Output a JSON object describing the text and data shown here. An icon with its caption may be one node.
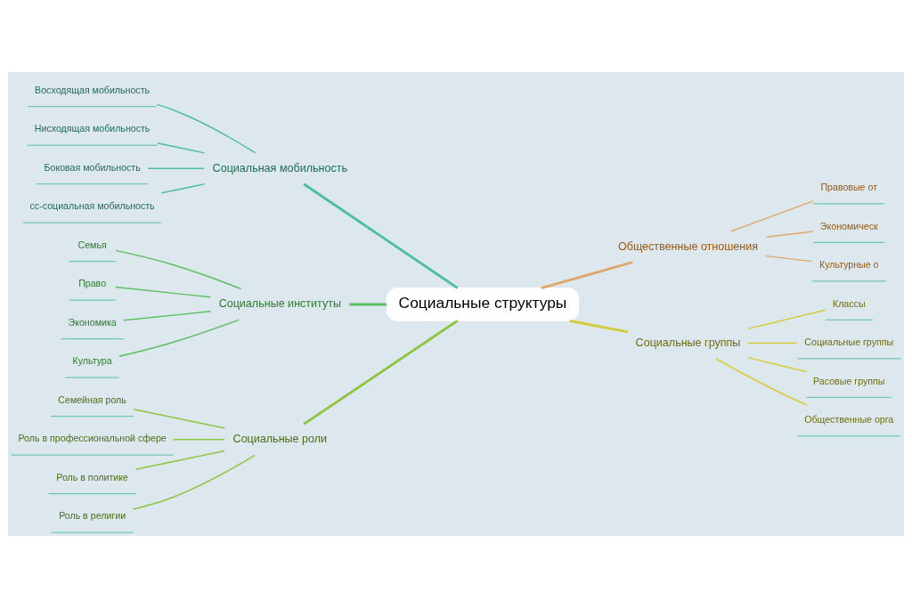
{
  "diagram": {
    "nodes": [
      {
        "text": [
          "Социальные структуры"
        ]
      },
      {
        "text": [
          "Социальная мобильность"
        ]
      },
      {
        "text": [
          "Восходящая мобильность"
        ]
      },
      {
        "text": [
          "Нисходящая мобильность"
        ]
      },
      {
        "text": [
          "Боковая мобильность"
        ]
      },
      {
        "text": [
          "сс-социальная мобильность"
        ]
      },
      {
        "text": [
          "Социальные институты"
        ]
      },
      {
        "text": [
          "Семья"
        ]
      },
      {
        "text": [
          "Право"
        ]
      },
      {
        "text": [
          "Экономика"
        ]
      },
      {
        "text": [
          "Культура"
        ]
      },
      {
        "text": [
          "Социальные роли"
        ]
      },
      {
        "text": [
          "Семейная роль"
        ]
      },
      {
        "text": [
          "Роль в профессиональной сфере"
        ]
      },
      {
        "text": [
          "Роль в политике"
        ]
      },
      {
        "text": [
          "Роль в религии"
        ]
      },
      {
        "text": [
          "Общественные отношения"
        ]
      },
      {
        "text": [
          "Правовые от"
        ]
      },
      {
        "text": [
          "Экономическ"
        ]
      },
      {
        "text": [
          "Культурные о"
        ]
      },
      {
        "text": [
          "Социальные группы"
        ]
      },
      {
        "text": [
          "Классы"
        ]
      },
      {
        "text": [
          "Социальные группы"
        ]
      },
      {
        "text": [
          "Расовые группы"
        ]
      },
      {
        "text": [
          "Общественные орга"
        ]
      }
    ],
    "edges": [
      {
        "from": 0,
        "to": 1,
        "arrow": "none",
        "color": "#4dbf9f"
      },
      {
        "from": 1,
        "to": 2,
        "arrow": "none",
        "color": "#4dbf9f"
      },
      {
        "from": 1,
        "to": 3,
        "arrow": "none",
        "color": "#4dbf9f"
      },
      {
        "from": 1,
        "to": 4,
        "arrow": "none",
        "color": "#4dbf9f"
      },
      {
        "from": 1,
        "to": 5,
        "arrow": "none",
        "color": "#4dbf9f"
      },
      {
        "from": 0,
        "to": 6,
        "arrow": "none",
        "color": "#5cbf5f"
      },
      {
        "from": 6,
        "to": 7,
        "arrow": "none",
        "color": "#5cbf5f"
      },
      {
        "from": 6,
        "to": 8,
        "arrow": "none",
        "color": "#5cbf5f"
      },
      {
        "from": 6,
        "to": 9,
        "arrow": "none",
        "color": "#5cbf5f"
      },
      {
        "from": 6,
        "to": 10,
        "arrow": "none",
        "color": "#5cbf5f"
      },
      {
        "from": 0,
        "to": 11,
        "arrow": "none",
        "color": "#8cc63f"
      },
      {
        "from": 11,
        "to": 12,
        "arrow": "none",
        "color": "#8cc63f"
      },
      {
        "from": 11,
        "to": 13,
        "arrow": "none",
        "color": "#8cc63f"
      },
      {
        "from": 11,
        "to": 14,
        "arrow": "none",
        "color": "#8cc63f"
      },
      {
        "from": 11,
        "to": 15,
        "arrow": "none",
        "color": "#8cc63f"
      },
      {
        "from": 0,
        "to": 16,
        "arrow": "none",
        "color": "#e0a76a"
      },
      {
        "from": 16,
        "to": 17,
        "arrow": "none",
        "color": "#e0a76a"
      },
      {
        "from": 16,
        "to": 18,
        "arrow": "none",
        "color": "#e0a76a"
      },
      {
        "from": 16,
        "to": 19,
        "arrow": "none",
        "color": "#e0a76a"
      },
      {
        "from": 0,
        "to": 20,
        "arrow": "none",
        "color": "#d4cc3a"
      },
      {
        "from": 20,
        "to": 21,
        "arrow": "none",
        "color": "#d4cc3a"
      },
      {
        "from": 20,
        "to": 22,
        "arrow": "none",
        "color": "#d4cc3a"
      },
      {
        "from": 20,
        "to": 23,
        "arrow": "none",
        "color": "#d4cc3a"
      },
      {
        "from": 20,
        "to": 24,
        "arrow": "none",
        "color": "#d4cc3a"
      }
    ]
  }
}
